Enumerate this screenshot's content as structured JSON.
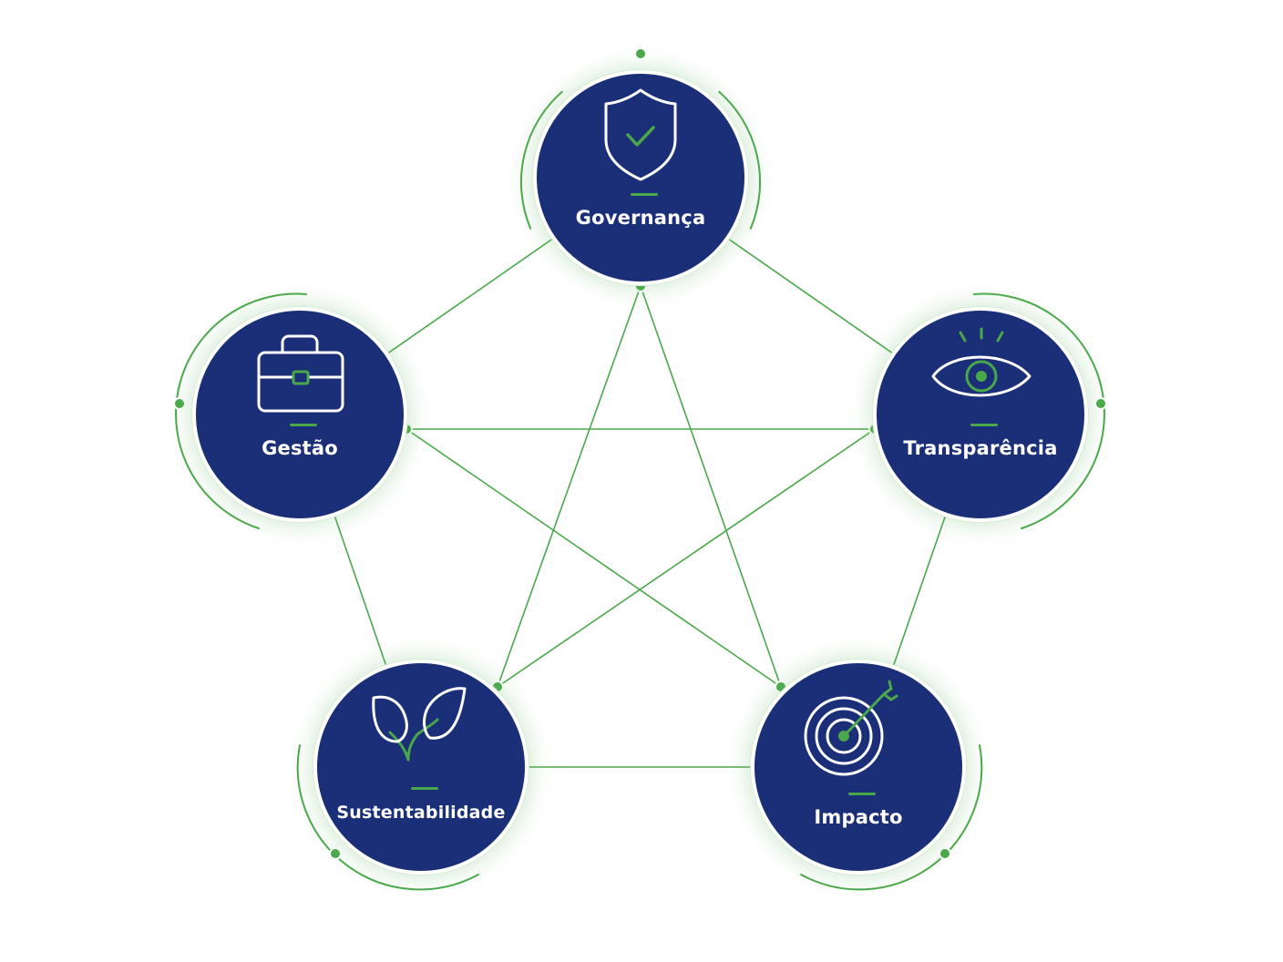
{
  "diagram": {
    "accent_color": "#4aa84a",
    "node_color": "#1b2f78",
    "nodes": [
      {
        "id": "governanca",
        "label": "Governança",
        "icon": "shield-check-icon"
      },
      {
        "id": "transparencia",
        "label": "Transparência",
        "icon": "eye-icon"
      },
      {
        "id": "impacto",
        "label": "Impacto",
        "icon": "target-arrow-icon"
      },
      {
        "id": "sustentabilidade",
        "label": "Sustentabilidade",
        "icon": "sprout-icon"
      },
      {
        "id": "gestao",
        "label": "Gestão",
        "icon": "briefcase-icon"
      }
    ]
  }
}
